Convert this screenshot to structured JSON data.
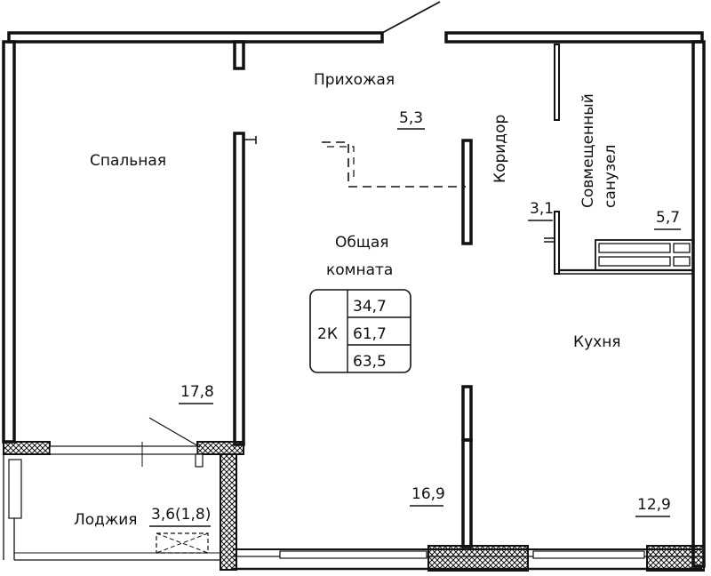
{
  "rooms": {
    "hallway": {
      "name": "Прихожая",
      "area": "5,3"
    },
    "corridor": {
      "name": "Коридор",
      "area": "3,1"
    },
    "bathroom": {
      "name_line1": "Совмещенный",
      "name_line2": "санузел",
      "area": "5,7"
    },
    "bedroom": {
      "name": "Спальная",
      "area": "17,8"
    },
    "living": {
      "name_line1": "Общая",
      "name_line2": "комната",
      "area": "16,9"
    },
    "kitchen": {
      "name": "Кухня",
      "area": "12,9"
    },
    "loggia": {
      "name": "Лоджия",
      "area": "3,6(1,8)"
    }
  },
  "summary": {
    "type": "2К",
    "living_area": "34,7",
    "total_area": "61,7",
    "total_with_loggia": "63,5"
  }
}
